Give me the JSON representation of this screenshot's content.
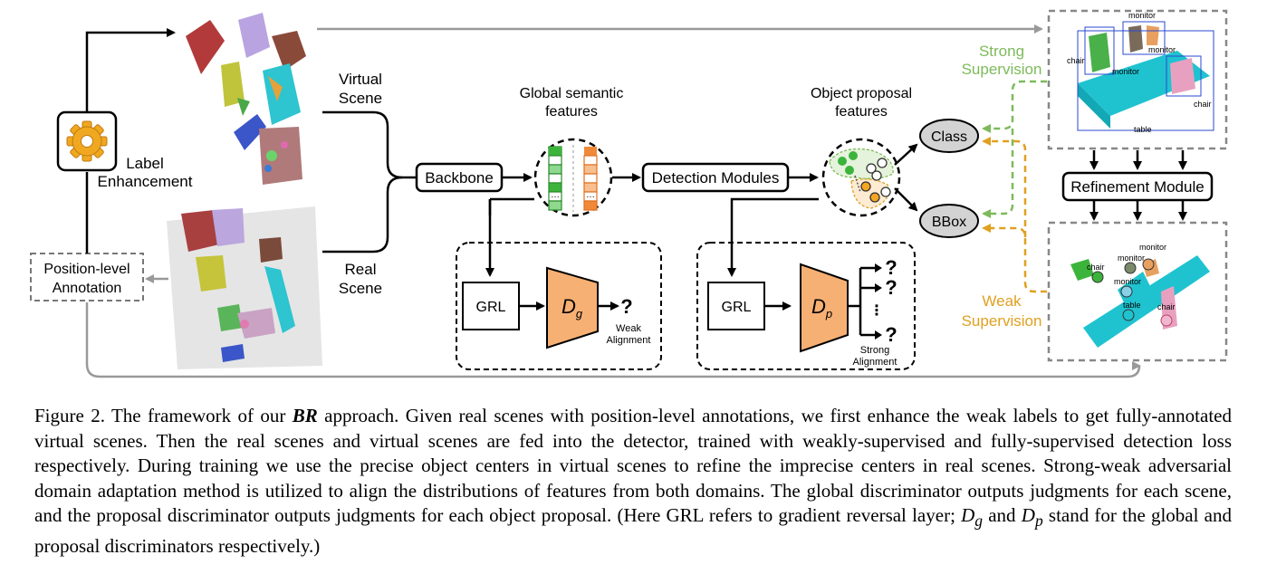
{
  "labels": {
    "virtual_scene_1": "Virtual",
    "virtual_scene_2": "Scene",
    "real_scene_1": "Real",
    "real_scene_2": "Scene",
    "label_enh_1": "Label",
    "label_enh_2": "Enhancement",
    "position_level_1": "Position-level",
    "position_level_2": "Annotation",
    "global_sem_1": "Global semantic",
    "global_sem_2": "features",
    "obj_prop_1": "Object proposal",
    "obj_prop_2": "features",
    "backbone": "Backbone",
    "detection_modules": "Detection Modules",
    "class": "Class",
    "bbox": "BBox",
    "strong_sup_1": "Strong",
    "strong_sup_2": "Supervision",
    "weak_sup_1": "Weak",
    "weak_sup_2": "Supervision",
    "refinement": "Refinement Module",
    "grl": "GRL",
    "dg_base": "D",
    "dg_sub": "g",
    "dp_base": "D",
    "dp_sub": "p",
    "question": "?",
    "vdots": "⋮",
    "weak_align_1": "Weak",
    "weak_align_2": "Alignment",
    "strong_align_1": "Strong",
    "strong_align_2": "Alignment",
    "vs_monitor_a": "monitor",
    "vs_monitor_b": "monitor",
    "vs_monitor_c": "monitor",
    "vs_chair_a": "chair",
    "vs_chair_b": "chair",
    "vs_table": "table",
    "rs_monitor_a": "monitor",
    "rs_monitor_b": "monitor",
    "rs_monitor_c": "monitor",
    "rs_chair_a": "chair",
    "rs_chair_b": "chair",
    "rs_table": "table",
    "feat_dots": "…"
  },
  "caption": {
    "p1": "Figure 2.  The framework of our ",
    "br": "BR",
    "p2": " approach.  Given real scenes with position-level annotations, we first enhance the weak labels to get fully-annotated virtual scenes. Then the real scenes and virtual scenes are fed into the detector, trained with weakly-supervised and fully-supervised detection loss respectively. During training we use the precise object centers in virtual scenes to refine the imprecise centers in real scenes. Strong-weak adversarial domain adaptation method is utilized to align the distributions of features from both domains. The global discriminator outputs judgments for each scene, and the proposal discriminator outputs judgments for each object proposal. (Here GRL refers to gradient reversal layer; ",
    "dg_base": "D",
    "dg_sub": "g",
    "p3": " and ",
    "dp_base": "D",
    "dp_sub": "p",
    "p4": " stand for the global and proposal discriminators respectively.)"
  },
  "colors": {
    "strong_supervision": "#7dba5a",
    "weak_supervision": "#e0a020",
    "discriminator_fill": "#f7b074",
    "point_cloud_cyan": "#1fc3d0",
    "gear": "#f0a820",
    "gray_arrow": "#999999",
    "oval_fill": "#d3d3d3"
  }
}
